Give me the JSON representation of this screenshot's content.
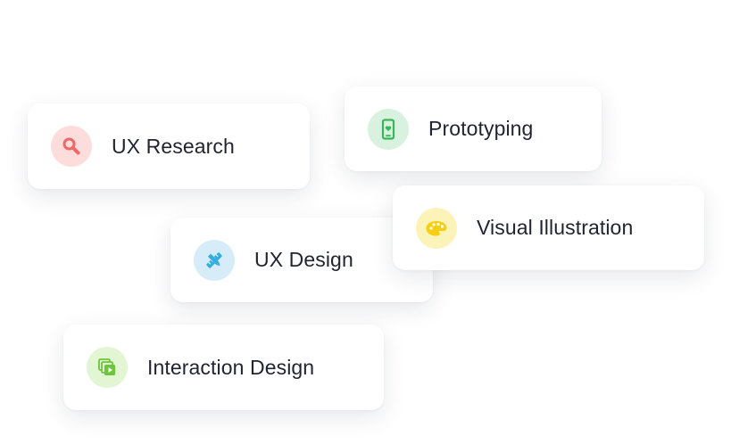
{
  "cards": [
    {
      "label": "UX Research",
      "icon": "magnifier-icon",
      "bg": "#fddcdc",
      "fg": "#f06767"
    },
    {
      "label": "Prototyping",
      "icon": "phone-heart-icon",
      "bg": "#d9f1df",
      "fg": "#38b75a"
    },
    {
      "label": "UX Design",
      "icon": "pencil-ruler-icon",
      "bg": "#d6ecf9",
      "fg": "#33aee0"
    },
    {
      "label": "Visual Illustration",
      "icon": "palette-icon",
      "bg": "#fbf3b7",
      "fg": "#f5cf10"
    },
    {
      "label": "Interaction Design",
      "icon": "media-layers-icon",
      "bg": "#e3f6d3",
      "fg": "#6cc63b"
    }
  ]
}
